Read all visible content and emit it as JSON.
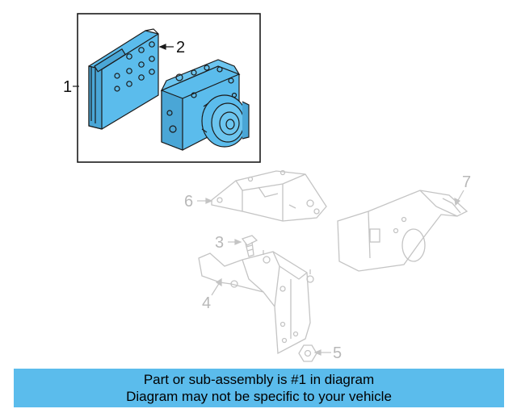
{
  "callouts": {
    "c1": "1",
    "c2": "2",
    "c3": "3",
    "c4": "4",
    "c5": "5",
    "c6": "6",
    "c7": "7"
  },
  "banner": {
    "line1": "Part or sub-assembly is #1 in diagram",
    "line2": "Diagram may not be specific to your vehicle",
    "color": "#5bbcec"
  },
  "colors": {
    "highlight_fill": "#5bbcec",
    "outline": "#1a1a1a",
    "ghost": "#c4c4c4"
  }
}
